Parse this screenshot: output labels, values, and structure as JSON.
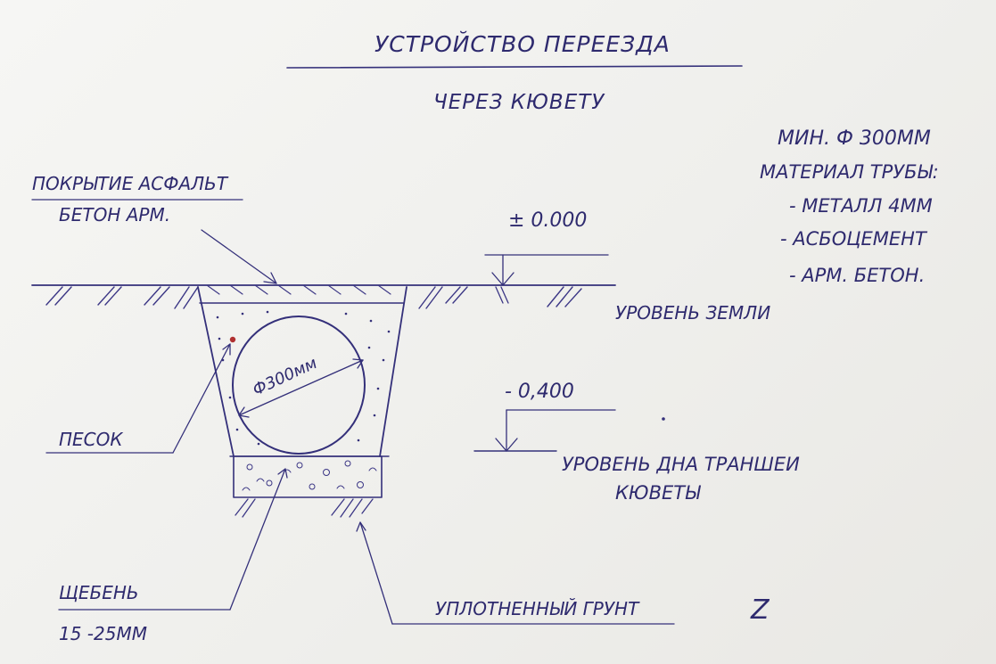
{
  "title": {
    "line1": "УСТРОЙСТВО ПЕРЕЕЗДА",
    "line2": "ЧЕРЕЗ КЮВЕТУ"
  },
  "notes": {
    "min_diameter": "МИН. Ф 300ММ",
    "pipe_material_heading": "МАТЕРИАЛ ТРУБЫ:",
    "materials": [
      "- МЕТАЛЛ 4ММ",
      "- АСБОЦЕМЕНТ",
      "- АРМ. БЕТОН."
    ]
  },
  "labels": {
    "surface_line1": "ПОКРЫТИЕ АСФАЛЬТ",
    "surface_line2": "БЕТОН АРМ.",
    "sand": "ПЕСОК",
    "gravel_line1": "ЩЕБЕНЬ",
    "gravel_line2": "15 -25ММ",
    "compacted_soil": "УПЛОТНЕННЫЙ ГРУНТ",
    "ground_level": "УРОВЕНЬ ЗЕМЛИ",
    "trench_bottom_line1": "УРОВЕНЬ ДНА ТРАНШЕИ",
    "trench_bottom_line2": "КЮВЕТЫ",
    "pipe_diameter": "Ф300мм",
    "signature": "Z"
  },
  "elevations": {
    "ground": "± 0.000",
    "trench_bottom": "- 0,400"
  },
  "colors": {
    "ink": "#34307a",
    "paper": "#f1f1ef",
    "accent_dot": "#b03030"
  }
}
